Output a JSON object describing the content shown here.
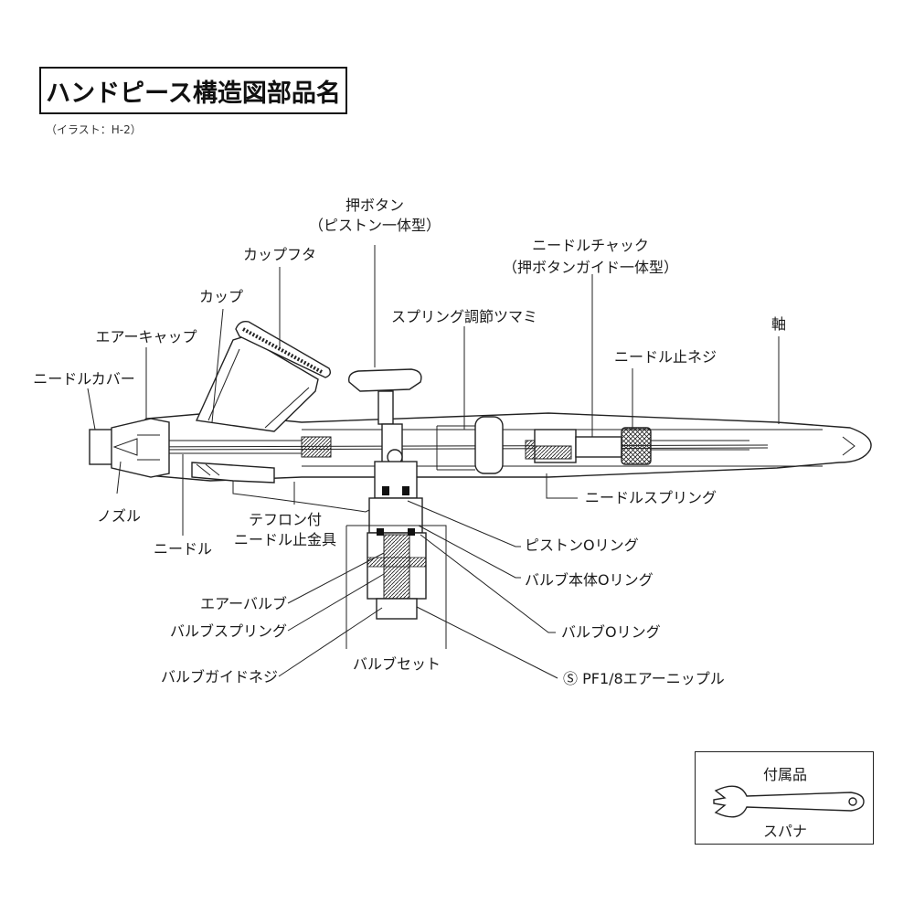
{
  "title": "ハンドピース構造図部品名",
  "subtitle": "（イラスト：H-2）",
  "labels": {
    "push_button": "押ボタン",
    "push_button_sub": "（ピストン一体型）",
    "cup_lid": "カップフタ",
    "cup": "カップ",
    "air_cap": "エアーキャップ",
    "needle_cover": "ニードルカバー",
    "nozzle": "ノズル",
    "needle": "ニードル",
    "teflon_line1": "テフロン付",
    "teflon_line2": "ニードル止金具",
    "spring_knob": "スプリング調節ツマミ",
    "needle_chuck": "ニードルチャック",
    "needle_chuck_sub": "（押ボタンガイド一体型）",
    "shaft": "軸",
    "needle_stop_screw": "ニードル止ネジ",
    "needle_spring": "ニードルスプリング",
    "piston_oring": "ピストンOリング",
    "valve_body_oring": "バルブ本体Oリング",
    "valve_oring": "バルブOリング",
    "air_valve": "エアーバルブ",
    "valve_spring": "バルブスプリング",
    "valve_guide_screw": "バルブガイドネジ",
    "valve_set": "バルブセット",
    "air_nipple": "Ⓢ PF1/8エアーニップル",
    "accessory": "付属品",
    "spanner": "スパナ"
  }
}
